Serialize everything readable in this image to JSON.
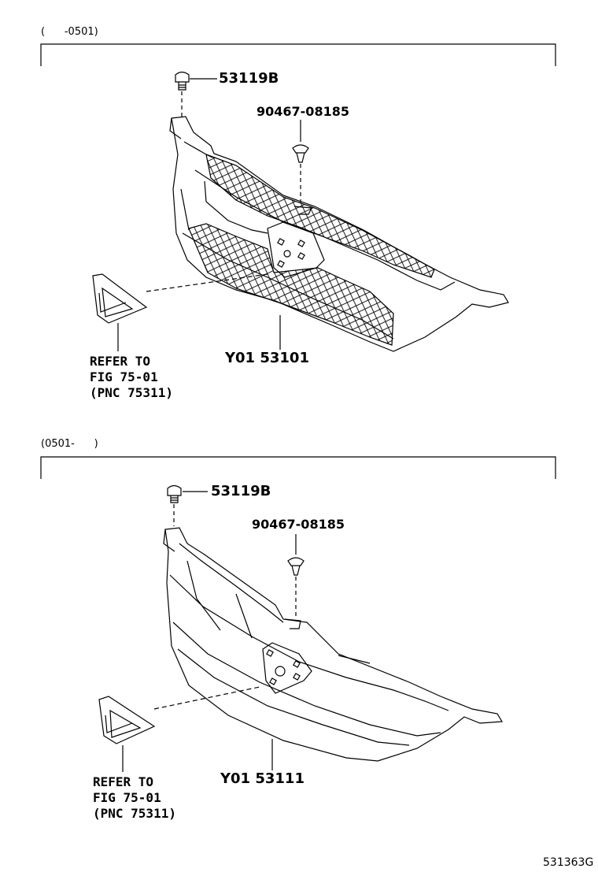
{
  "sections": [
    {
      "range_label": "(      -0501)",
      "parts": {
        "bolt": "53119B",
        "clip": "90467-08185",
        "grille": "Y01 53101",
        "refer": [
          "REFER TO",
          "FIG 75-01",
          "(PNC 75311)"
        ]
      }
    },
    {
      "range_label": "(0501-      )",
      "parts": {
        "bolt": "53119B",
        "clip": "90467-08185",
        "grille": "Y01 53111",
        "refer": [
          "REFER TO",
          "FIG 75-01",
          "(PNC 75311)"
        ]
      }
    }
  ],
  "figure_code": "531363G"
}
